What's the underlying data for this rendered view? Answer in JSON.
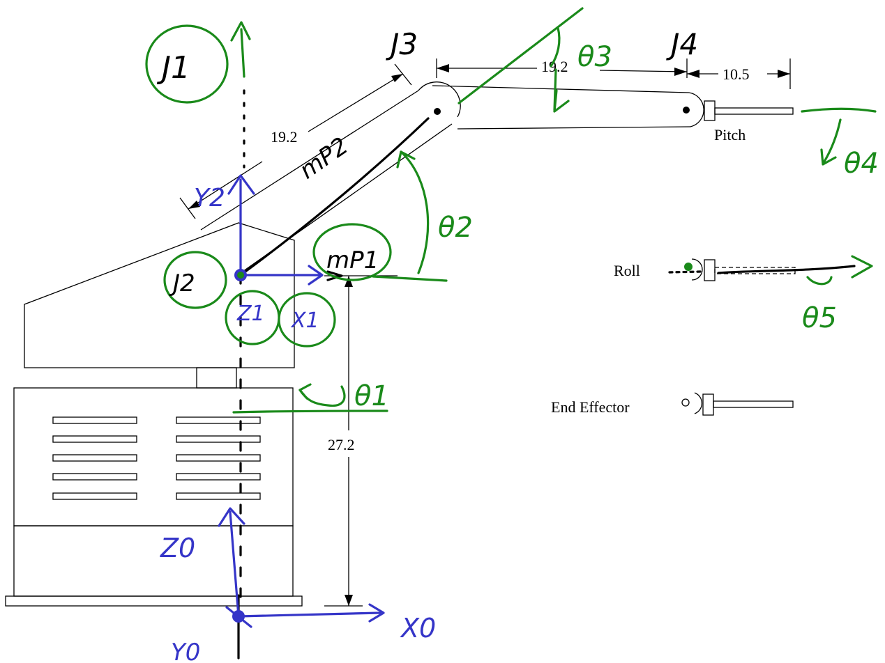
{
  "dimensions": {
    "base_height": "27.2",
    "link2_length": "19.2",
    "link3_length": "19.2",
    "link4_length": "10.5"
  },
  "joint_labels": {
    "j1": "J1",
    "j2": "J2",
    "j3": "J3",
    "j4": "J4"
  },
  "angle_labels": {
    "theta1": "θ1",
    "theta2": "θ2",
    "theta3": "θ3",
    "theta4": "θ4",
    "theta5": "θ5"
  },
  "frame_labels": {
    "z0": "Z0",
    "x0": "X0",
    "y0": "Y0",
    "z1": "Z1",
    "x1": "X1",
    "y2": "Y2"
  },
  "points": {
    "mp1": "mP1",
    "mp2": "mP2"
  },
  "wrist_labels": {
    "pitch": "Pitch",
    "roll": "Roll",
    "end_effector": "End Effector"
  },
  "colors": {
    "annotation_green": "#1a8a1a",
    "frame_blue": "#3535c8",
    "drawing_black": "#000000"
  }
}
